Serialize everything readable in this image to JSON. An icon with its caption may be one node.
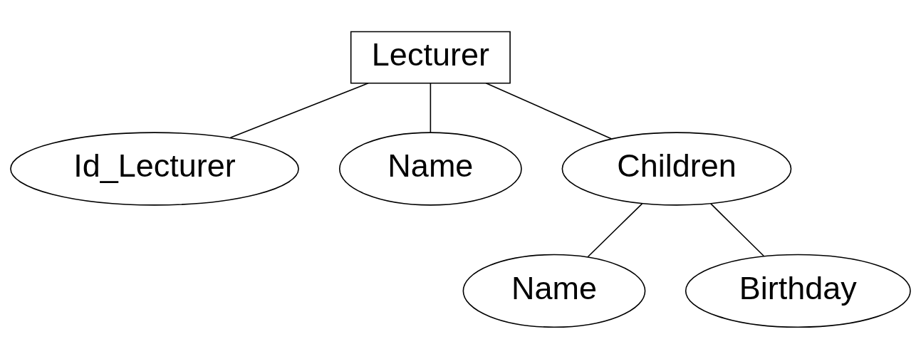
{
  "diagram": {
    "nodes": [
      {
        "text": [
          "Lecturer"
        ]
      },
      {
        "text": [
          "Id_Lecturer"
        ]
      },
      {
        "text": [
          "Name"
        ]
      },
      {
        "text": [
          "Children"
        ]
      },
      {
        "text": [
          "Name"
        ]
      },
      {
        "text": [
          "Birthday"
        ]
      }
    ],
    "edges": [
      {
        "from": 0,
        "to": 1,
        "arrow": "none"
      },
      {
        "from": 0,
        "to": 2,
        "arrow": "none"
      },
      {
        "from": 0,
        "to": 3,
        "arrow": "none"
      },
      {
        "from": 3,
        "to": 4,
        "arrow": "none"
      },
      {
        "from": 3,
        "to": 5,
        "arrow": "none"
      }
    ]
  }
}
